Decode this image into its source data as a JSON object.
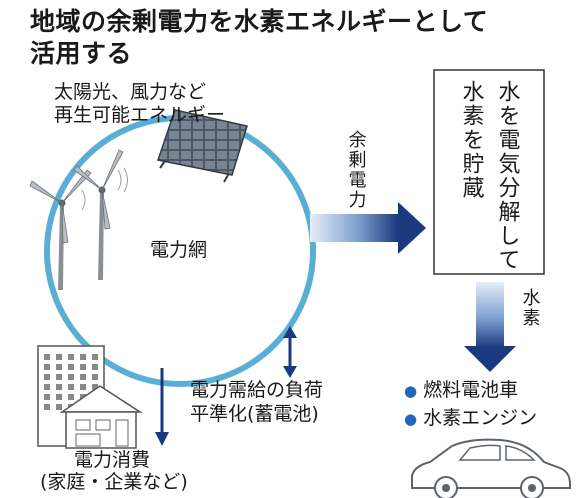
{
  "title": {
    "line1": "地域の余剰電力を水素エネルギーとして",
    "line2": "活用する"
  },
  "renewables_label": {
    "line1": "太陽光、風力など",
    "line2": "再生可能エネルギー"
  },
  "grid_label": "電力網",
  "surplus_label": "余剰電力",
  "electrolysis_box": {
    "col1": "水を電気分解して",
    "col2": "水素を貯蔵"
  },
  "hydrogen_label": "水素",
  "balancing_label": {
    "line1": "電力需給の負荷",
    "line2": "平準化(蓄電池)"
  },
  "consumption_label": {
    "line1": "電力消費",
    "line2": "(家庭・企業など)"
  },
  "uses": [
    "燃料電池車",
    "水素エンジン"
  ],
  "colors": {
    "grid_ring": "#5aaed6",
    "arrow_dark": "#1a3a80",
    "arrow_light": "#d9e6f4",
    "bullet": "#2266bb",
    "box_border": "#333333"
  },
  "icons": [
    "solar-panel-icon",
    "wind-turbine-icon",
    "building-icon",
    "house-icon",
    "car-icon"
  ]
}
